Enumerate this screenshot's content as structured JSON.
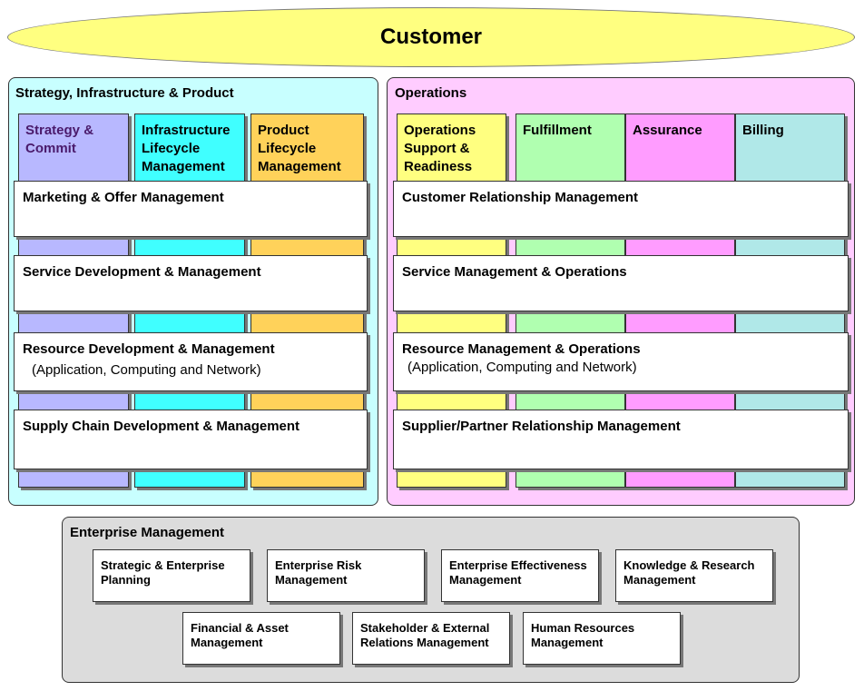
{
  "customer": {
    "label": "Customer"
  },
  "strategy_panel": {
    "title": "Strategy, Infrastructure & Product",
    "columns": [
      {
        "label": "Strategy &\nCommit",
        "color": "#b8b8ff",
        "text_color": "#4a1a6b"
      },
      {
        "label": "Infrastructure\nLifecycle\nManagement",
        "color": "#40ffff",
        "text_color": "#000000"
      },
      {
        "label": "Product\nLifecycle\nManagement",
        "color": "#ffd25a",
        "text_color": "#000000"
      }
    ],
    "bands": [
      {
        "title": "Marketing & Offer Management",
        "subtitle": ""
      },
      {
        "title": "Service Development & Management",
        "subtitle": ""
      },
      {
        "title": "Resource Development & Management",
        "subtitle": "(Application, Computing and Network)"
      },
      {
        "title": "Supply Chain Development & Management",
        "subtitle": ""
      }
    ],
    "bg_color": "#c8ffff"
  },
  "operations_panel": {
    "title": "Operations",
    "columns": [
      {
        "label": "Operations\nSupport &\nReadiness",
        "color": "#ffff80",
        "text_color": "#000000"
      },
      {
        "label": "Fulfillment",
        "color": "#b0ffb0",
        "text_color": "#000000"
      },
      {
        "label": "Assurance",
        "color": "#ff9cff",
        "text_color": "#000000"
      },
      {
        "label": "Billing",
        "color": "#b0e8e8",
        "text_color": "#000000"
      }
    ],
    "bands": [
      {
        "title": "Customer Relationship Management",
        "subtitle": ""
      },
      {
        "title": "Service Management & Operations",
        "subtitle": ""
      },
      {
        "title": "Resource Management & Operations",
        "subtitle": "(Application, Computing and Network)"
      },
      {
        "title": "Supplier/Partner Relationship Management",
        "subtitle": ""
      }
    ],
    "bg_color": "#ffccff"
  },
  "enterprise_panel": {
    "title": "Enterprise Management",
    "bg_color": "#dcdcdc",
    "row1": [
      "Strategic & Enterprise\nPlanning",
      "Enterprise Risk\nManagement",
      "Enterprise Effectiveness\nManagement",
      "Knowledge & Research\nManagement"
    ],
    "row2": [
      "Financial & Asset\nManagement",
      "Stakeholder & External\nRelations Management",
      "Human Resources\nManagement"
    ]
  }
}
